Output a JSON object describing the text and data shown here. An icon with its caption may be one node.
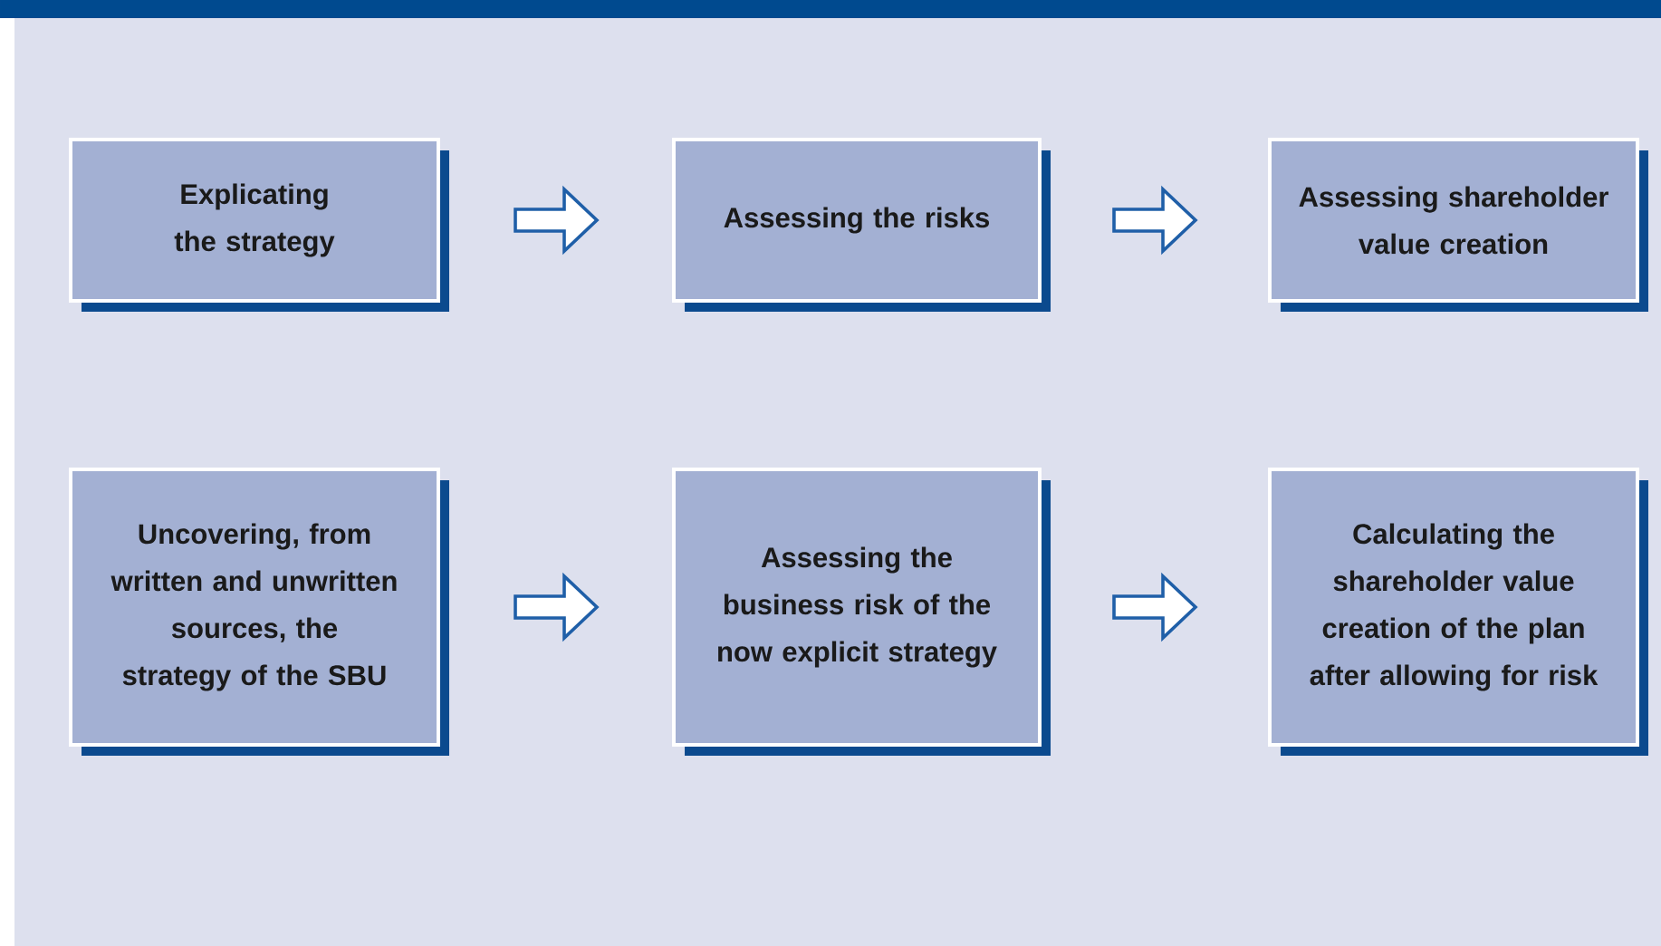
{
  "diagram": {
    "nodes": [
      {
        "text": [
          "Explicating the strategy"
        ]
      },
      {
        "text": [
          "Assessing the risks"
        ]
      },
      {
        "text": [
          "Assessing shareholder value creation"
        ]
      },
      {
        "text": [
          "Uncovering, from written and unwritten sources, the strategy of the SBU"
        ]
      },
      {
        "text": [
          "Assessing the business risk of the now explicit strategy"
        ]
      },
      {
        "text": [
          "Calculating the shareholder value creation of the plan after allowing for risk"
        ]
      }
    ],
    "edges": [
      {
        "from": 0,
        "to": 1,
        "arrow": "to"
      },
      {
        "from": 1,
        "to": 2,
        "arrow": "to"
      },
      {
        "from": 3,
        "to": 4,
        "arrow": "to"
      },
      {
        "from": 4,
        "to": 5,
        "arrow": "to"
      }
    ]
  }
}
